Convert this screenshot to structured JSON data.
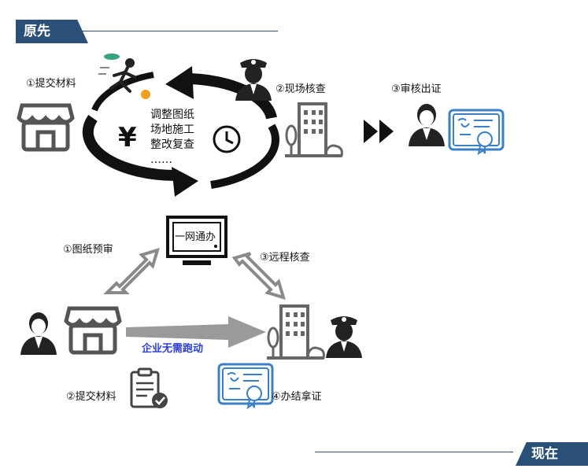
{
  "before": {
    "tag": "原先",
    "step1": "①提交材料",
    "step2": "②现场核查",
    "step3": "③审核出证",
    "notes": [
      "调整图纸",
      "场地施工",
      "整改复查",
      "……"
    ],
    "currency_symbol": "¥"
  },
  "after": {
    "tag": "现在",
    "monitor_text": "一网通办",
    "step1": "①图纸预审",
    "step2": "②提交材料",
    "step3": "③远程核查",
    "step4": "④办结拿证",
    "arrow_text": "企业无需跑动"
  },
  "colors": {
    "tag_bg": "#2a5078",
    "line": "#2a5078",
    "icon_dark": "#222222",
    "icon_gray": "#666666",
    "cert_blue": "#3b7fc4",
    "arrow_gray": "#9a9a9a",
    "text_blue": "#2d3fcf"
  }
}
